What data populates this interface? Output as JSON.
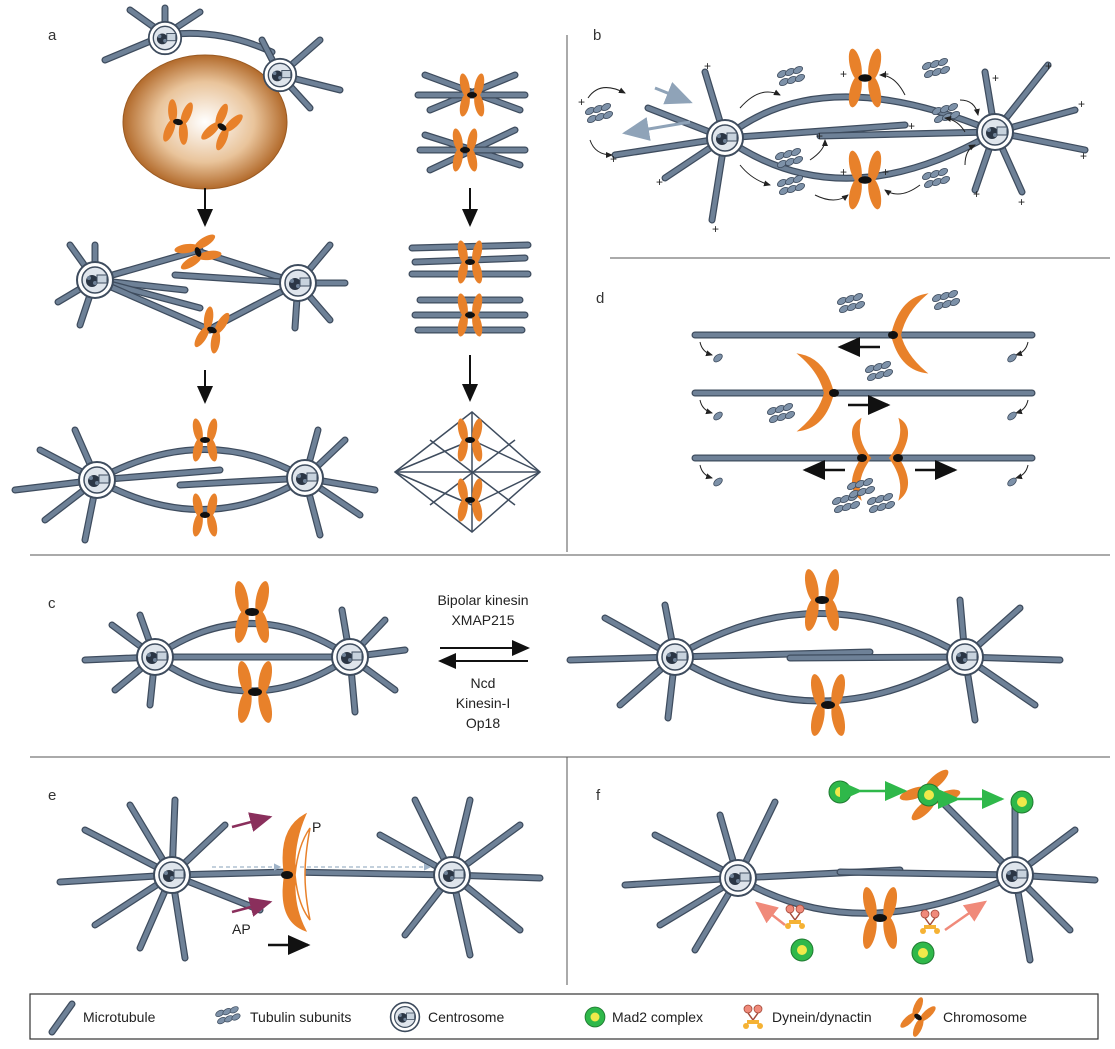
{
  "panels": {
    "a": "a",
    "b": "b",
    "c": "c",
    "d": "d",
    "e": "e",
    "f": "f"
  },
  "panel_c": {
    "forward_line1": "Bipolar kinesin",
    "forward_line2": "XMAP215",
    "reverse_line1": "Ncd",
    "reverse_line2": "Kinesin-I",
    "reverse_line3": "Op18"
  },
  "panel_b": {
    "plus": "+"
  },
  "panel_e": {
    "label_p": "P",
    "label_ap": "AP"
  },
  "legend": {
    "microtubule": "Microtubule",
    "tubulin": "Tubulin subunits",
    "centrosome": "Centrosome",
    "mad2": "Mad2 complex",
    "dynein": "Dynein/dynactin",
    "chromosome": "Chromosome"
  },
  "colors": {
    "microtubule": "#6e8197",
    "microtubule_outline": "#3e4c5e",
    "chromosome": "#e8812a",
    "nucleus": "#c8803f",
    "mad2_green": "#2fb84a",
    "mad2_yellow": "#f0e94a",
    "pink_arrow": "#f08a7a",
    "green_arrow": "#2fb84a",
    "purple_arrow": "#8a2f5c",
    "blue_arrow": "#8fa3b8"
  }
}
